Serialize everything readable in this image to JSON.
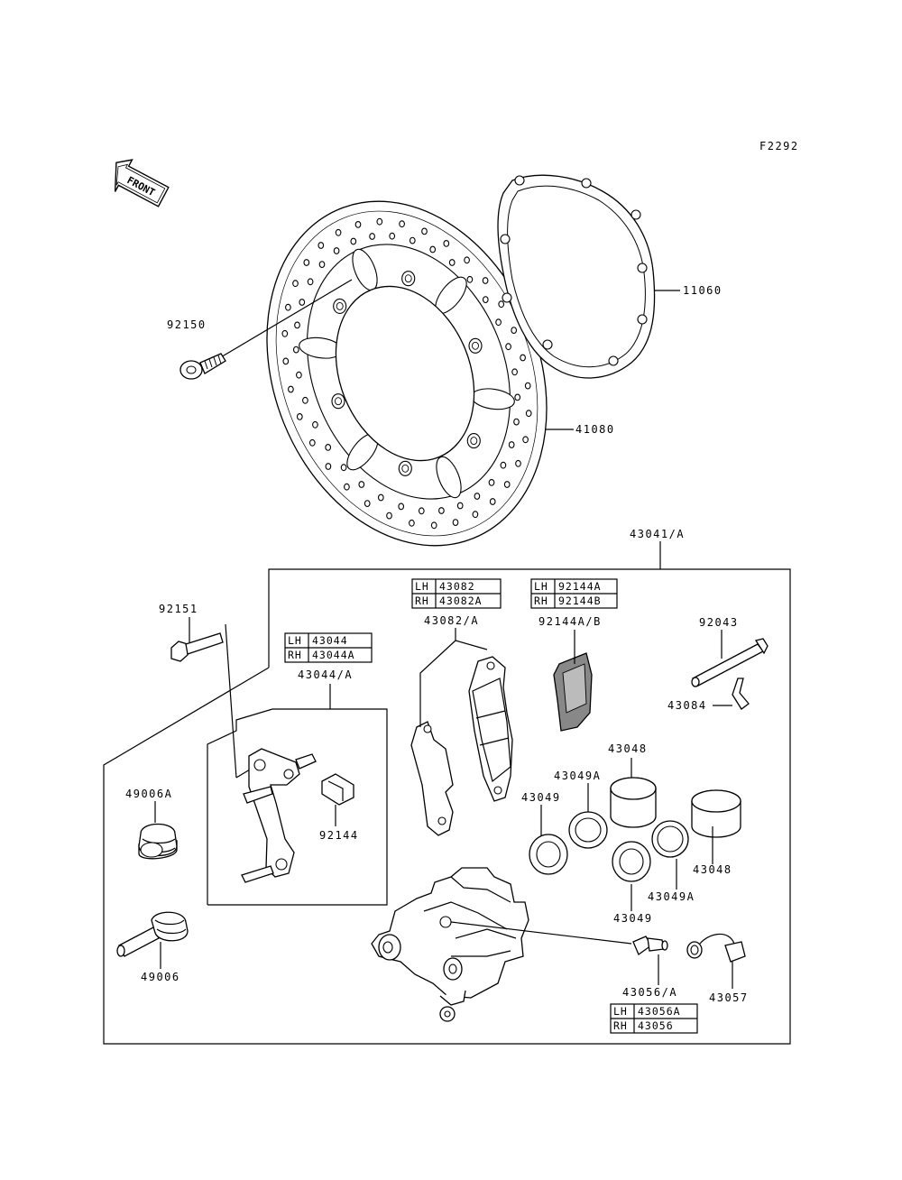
{
  "figure_code": "F2292",
  "front_label": "FRONT",
  "parts": {
    "p11060": "11060",
    "p92150": "92150",
    "p41080": "41080",
    "p43041": "43041/A",
    "p92151": "92151",
    "p43082": "43082/A",
    "p92144ab": "92144A/B",
    "p92043": "92043",
    "p43084": "43084",
    "p43044": "43044/A",
    "p43048a": "43048",
    "p43049Aa": "43049A",
    "p43049a": "43049",
    "p49006A": "49006A",
    "p92144": "92144",
    "p43048b": "43048",
    "p43049Ab": "43049A",
    "p43049b": "43049",
    "p49006": "49006",
    "p43056": "43056/A",
    "p43057": "43057"
  },
  "tables": {
    "t43082": {
      "lh": "LH",
      "lh_val": "43082",
      "rh": "RH",
      "rh_val": "43082A"
    },
    "t92144": {
      "lh": "LH",
      "lh_val": "92144A",
      "rh": "RH",
      "rh_val": "92144B"
    },
    "t43044": {
      "lh": "LH",
      "lh_val": "43044",
      "rh": "RH",
      "rh_val": "43044A"
    },
    "t43056": {
      "lh": "LH",
      "lh_val": "43056A",
      "rh": "RH",
      "rh_val": "43056"
    }
  }
}
